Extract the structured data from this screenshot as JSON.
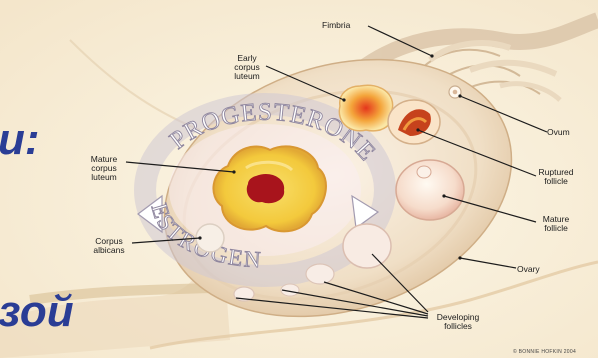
{
  "slide": {
    "partial_text_top": "и:",
    "partial_text_bottom": "зой"
  },
  "diagram": {
    "arc_labels": {
      "progesterone": "PROGESTERONE",
      "estrogen": "ESTROGEN"
    },
    "labels": {
      "fimbria": "Fimbria",
      "early_corpus_luteum": [
        "Early",
        "corpus",
        "luteum"
      ],
      "ovum": "Ovum",
      "ruptured_follicle": [
        "Ruptured",
        "follicle"
      ],
      "mature_corpus_luteum": [
        "Mature",
        "corpus",
        "luteum"
      ],
      "mature_follicle": [
        "Mature",
        "follicle"
      ],
      "corpus_albicans": [
        "Corpus",
        "albicans"
      ],
      "ovary": "Ovary",
      "developing_follicles": [
        "Developing",
        "follicles"
      ]
    },
    "credit": "© BONNIE HOFKIN 2004"
  },
  "colors": {
    "slide_text": "#2a3d95",
    "background": "#fbf4e4",
    "ovary_tissue": "#f2e4cf",
    "corpus_luteum_yellow": "#f4cf47",
    "corpus_luteum_core": "#a8141c",
    "hormone_arc": "#b1aab8"
  }
}
